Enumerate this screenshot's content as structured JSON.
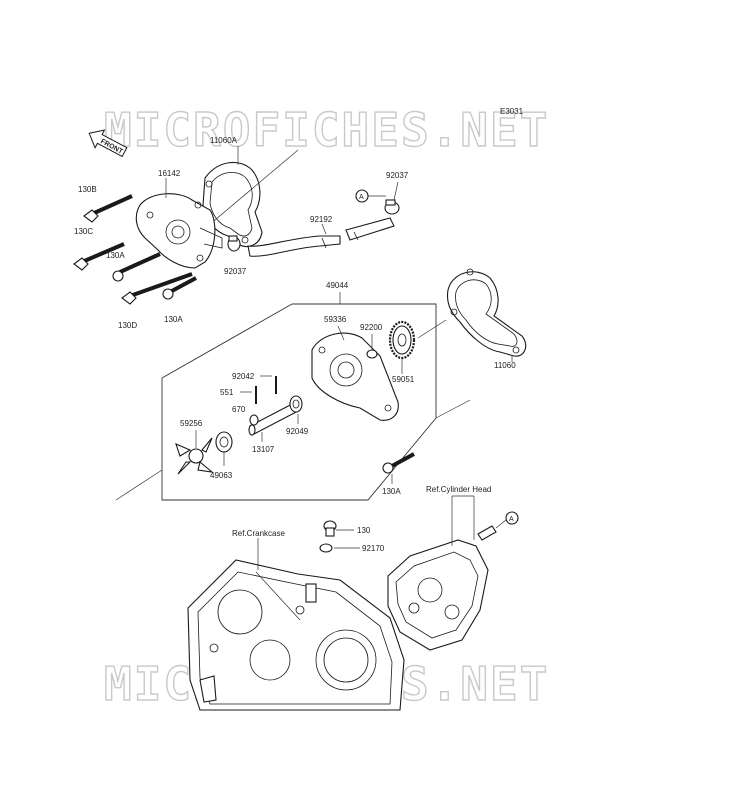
{
  "diagram_code": "E3031",
  "watermark": "MICROFICHES.NET",
  "front_label": "FRONT",
  "ref_labels": {
    "crankcase": "Ref.Crankcase",
    "cylinder_head": "Ref.Cylinder Head"
  },
  "callout": "A",
  "parts": {
    "p11060A": "11060A",
    "p16142": "16142",
    "p130B": "130B",
    "p130C": "130C",
    "p130A_1": "130A",
    "p130D": "130D",
    "p130A_2": "130A",
    "p92037_1": "92037",
    "p92037_2": "92037",
    "p92192": "92192",
    "p49044": "49044",
    "p59336": "59336",
    "p92200": "92200",
    "p59051": "59051",
    "p11060": "11060",
    "p92042": "92042",
    "p551": "551",
    "p670": "670",
    "p13107": "13107",
    "p92049": "92049",
    "p59256": "59256",
    "p49063": "49063",
    "p130A_3": "130A",
    "p130": "130",
    "p92170": "92170"
  }
}
